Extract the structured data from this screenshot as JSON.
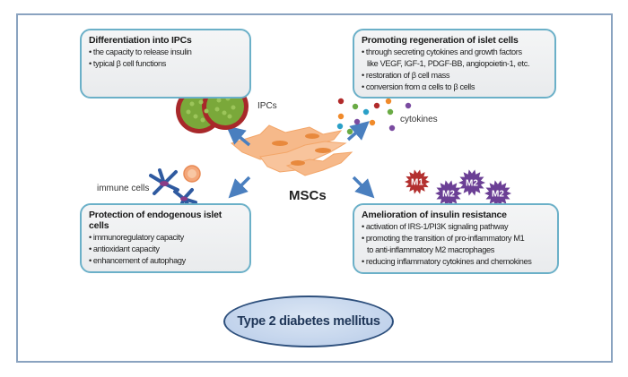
{
  "center": {
    "label": "MSCs"
  },
  "boxes": {
    "top_left": {
      "title": "Differentiation into IPCs",
      "items": [
        "the capacity to release insulin",
        "typical β cell functions"
      ]
    },
    "top_right": {
      "title": "Promoting regeneration of islet cells",
      "items": [
        "through secreting cytokines and growth factors",
        "like VEGF, IGF-1, PDGF-BB, angiopoietin-1, etc.",
        "restoration of β cell mass",
        "conversion from α cells to β cells"
      ]
    },
    "bottom_left": {
      "title": "Protection of endogenous islet cells",
      "items": [
        "immunoregulatory capacity",
        "antioxidant capacity",
        "enhancement of autophagy"
      ]
    },
    "bottom_right": {
      "title": "Amelioration of insulin resistance",
      "items": [
        "activation of IRS-1/PI3K signaling pathway",
        "promoting the transition of pro-inflammatory M1",
        "to anti-inflammatory M2 macrophages",
        "reducing inflammatory cytokines and chemokines"
      ]
    }
  },
  "labels": {
    "ipcs": "IPCs",
    "cytokines": "cytokines",
    "immune_cells": "immune cells",
    "m1": "M1",
    "m2": "M2"
  },
  "disease": {
    "label": "Type 2 diabetes mellitus"
  },
  "colors": {
    "box_border": "#6bb0c8",
    "arrow": "#4a7fbf",
    "msc_cell": "#f6b98a",
    "ipc_green": "#7aa83a",
    "ipc_red": "#a8282a",
    "m1": "#b3302f",
    "m2": "#6b3f95",
    "immune_cell": "#2f5aa0"
  }
}
